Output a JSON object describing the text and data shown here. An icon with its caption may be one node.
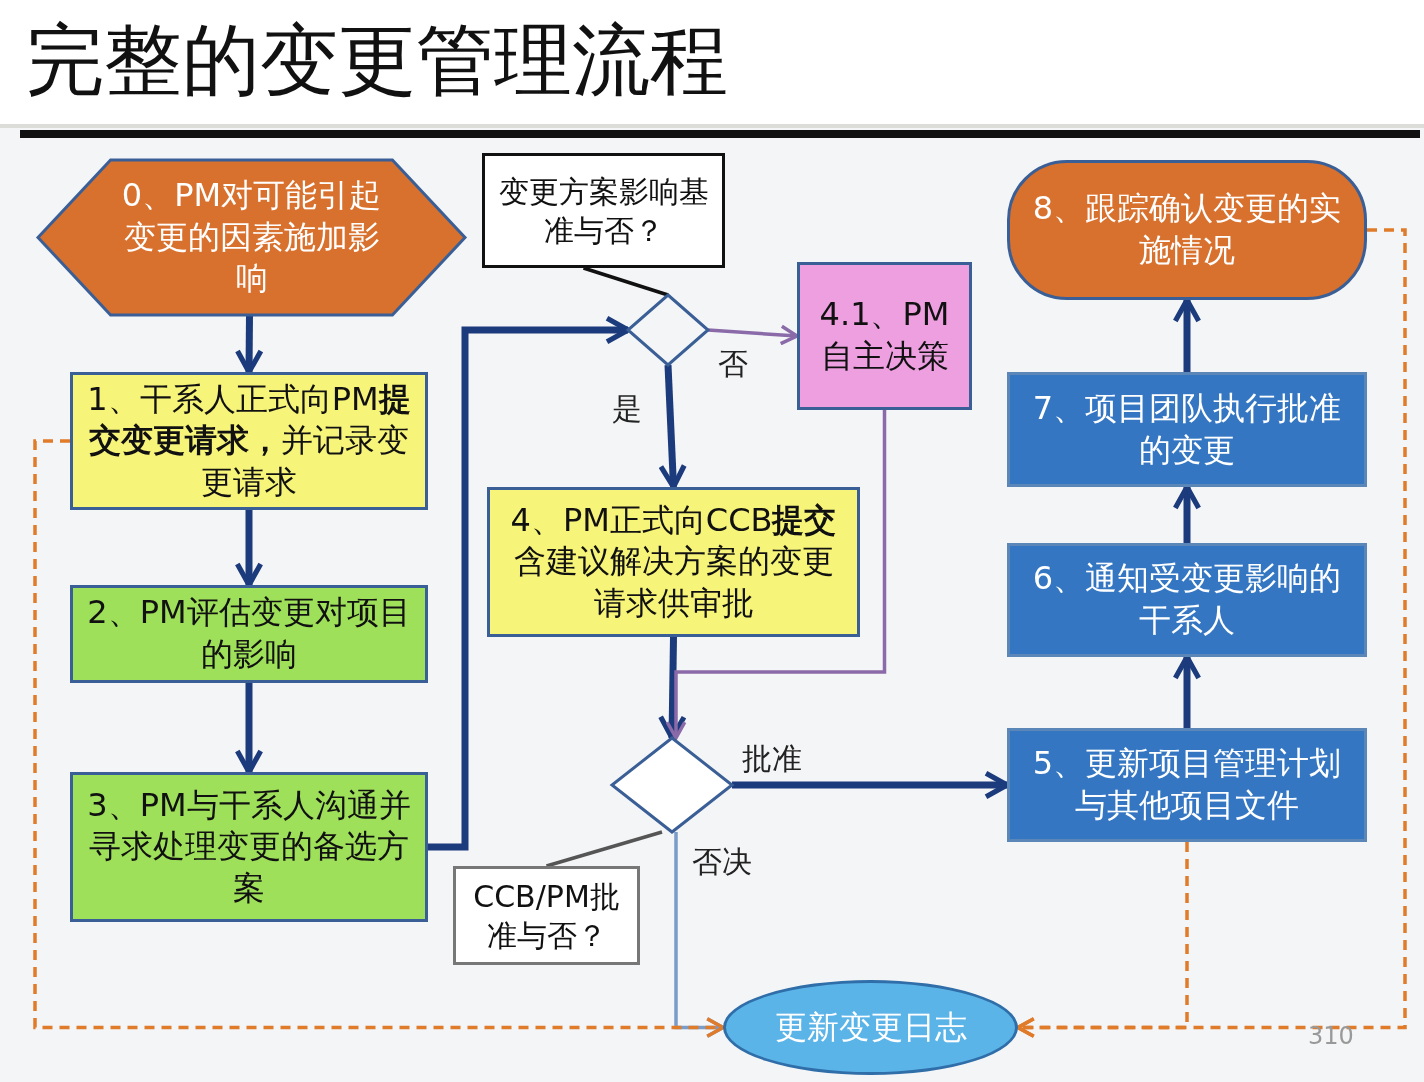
{
  "diagram": {
    "title": "完整的变更管理流程",
    "nodes": [
      {
        "text": [
          "0、PM对可能引起变更的因素施加影响"
        ]
      },
      {
        "text": [
          "1、干系人正式向PM**提交变更请求，**并记录变更请求"
        ]
      },
      {
        "text": [
          "2、PM评估变更对项目的影响"
        ]
      },
      {
        "text": [
          "3、PM与干系人沟通并寻求处理变更的备选方案"
        ]
      },
      {
        "text": [
          "变更方案影响基准与否？"
        ]
      },
      {
        "text": [],
        "shape": "diamond"
      },
      {
        "text": [
          "4.1、PM自主决策"
        ]
      },
      {
        "text": [
          "4、PM正式向CCB**提交**含建议解决方案的变更请求供审批"
        ]
      },
      {
        "text": [],
        "shape": "diamond"
      },
      {
        "text": [
          "CCB/PM批准与否？"
        ]
      },
      {
        "text": [
          "8、跟踪确认变更的实施情况"
        ]
      },
      {
        "text": [
          "7、项目团队执行批准的变更"
        ]
      },
      {
        "text": [
          "6、通知受变更影响的干系人"
        ]
      },
      {
        "text": [
          "5、更新项目管理计划与其他项目文件"
        ]
      },
      {
        "text": [
          "更新变更日志"
        ]
      }
    ],
    "edges": [
      {
        "from": 0,
        "to": 1,
        "arrow": "to"
      },
      {
        "from": 1,
        "to": 2,
        "arrow": "to"
      },
      {
        "from": 2,
        "to": 3,
        "arrow": "to"
      },
      {
        "from": 3,
        "to": 5,
        "arrow": "to"
      },
      {
        "from": 5,
        "to": 6,
        "arrow": "to",
        "label": "否",
        "color": "#8a6aa8"
      },
      {
        "from": 5,
        "to": 7,
        "arrow": "to",
        "label": "是"
      },
      {
        "from": 7,
        "to": 8,
        "arrow": "to"
      },
      {
        "from": 6,
        "to": 8,
        "arrow": "to",
        "color": "#8a6aa8"
      },
      {
        "from": 8,
        "to": 13,
        "arrow": "to",
        "label": "批准"
      },
      {
        "from": 8,
        "to": 14,
        "arrow": "to",
        "label": "否决",
        "color": "#7a9cc8"
      },
      {
        "from": 13,
        "to": 12,
        "arrow": "to"
      },
      {
        "from": 12,
        "to": 11,
        "arrow": "to"
      },
      {
        "from": 11,
        "to": 10,
        "arrow": "to"
      },
      {
        "from": 1,
        "to": 14,
        "arrow": "to",
        "style": "dashed",
        "color": "#e07b2a"
      },
      {
        "from": 10,
        "to": 14,
        "arrow": "to",
        "style": "dashed",
        "color": "#e07b2a"
      },
      {
        "from": 13,
        "to": 14,
        "arrow": "to",
        "style": "dashed",
        "color": "#e07b2a"
      },
      {
        "from": 4,
        "to": 5,
        "arrow": "none",
        "color": "#111111"
      },
      {
        "from": 9,
        "to": 8,
        "arrow": "none",
        "color": "#555555"
      }
    ],
    "labels": [
      "310"
    ]
  }
}
